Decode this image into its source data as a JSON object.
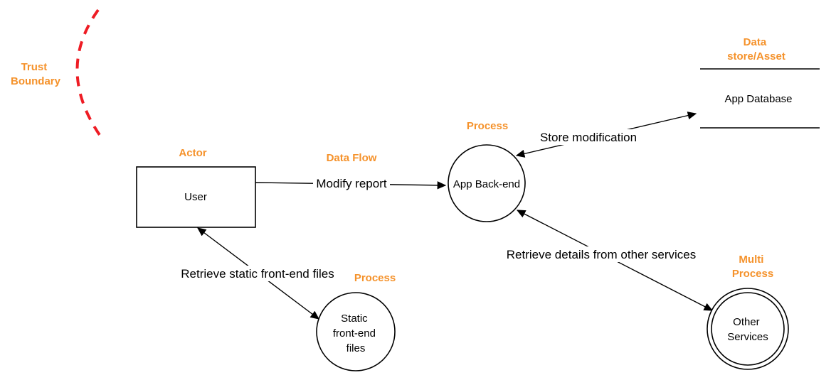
{
  "legend": {
    "trust_boundary_line1": "Trust",
    "trust_boundary_line2": "Boundary",
    "actor": "Actor",
    "data_flow": "Data Flow",
    "process_main": "Process",
    "process_static": "Process",
    "data_store_line1": "Data",
    "data_store_line2": "store/Asset",
    "multi_process_line1": "Multi",
    "multi_process_line2": "Process"
  },
  "nodes": {
    "user": "User",
    "app_backend": "App Back-end",
    "app_database": "App Database",
    "static_files_line1": "Static",
    "static_files_line2": "front-end",
    "static_files_line3": "files",
    "other_services_line1": "Other",
    "other_services_line2": "Services"
  },
  "flows": {
    "modify_report": "Modify report",
    "store_modification": "Store modification",
    "retrieve_static": "Retrieve static front-end files",
    "retrieve_details": "Retrieve details from other services"
  },
  "colors": {
    "legend_text": "#f5922b",
    "trust_boundary": "#ee1c24",
    "stroke": "#000000"
  }
}
